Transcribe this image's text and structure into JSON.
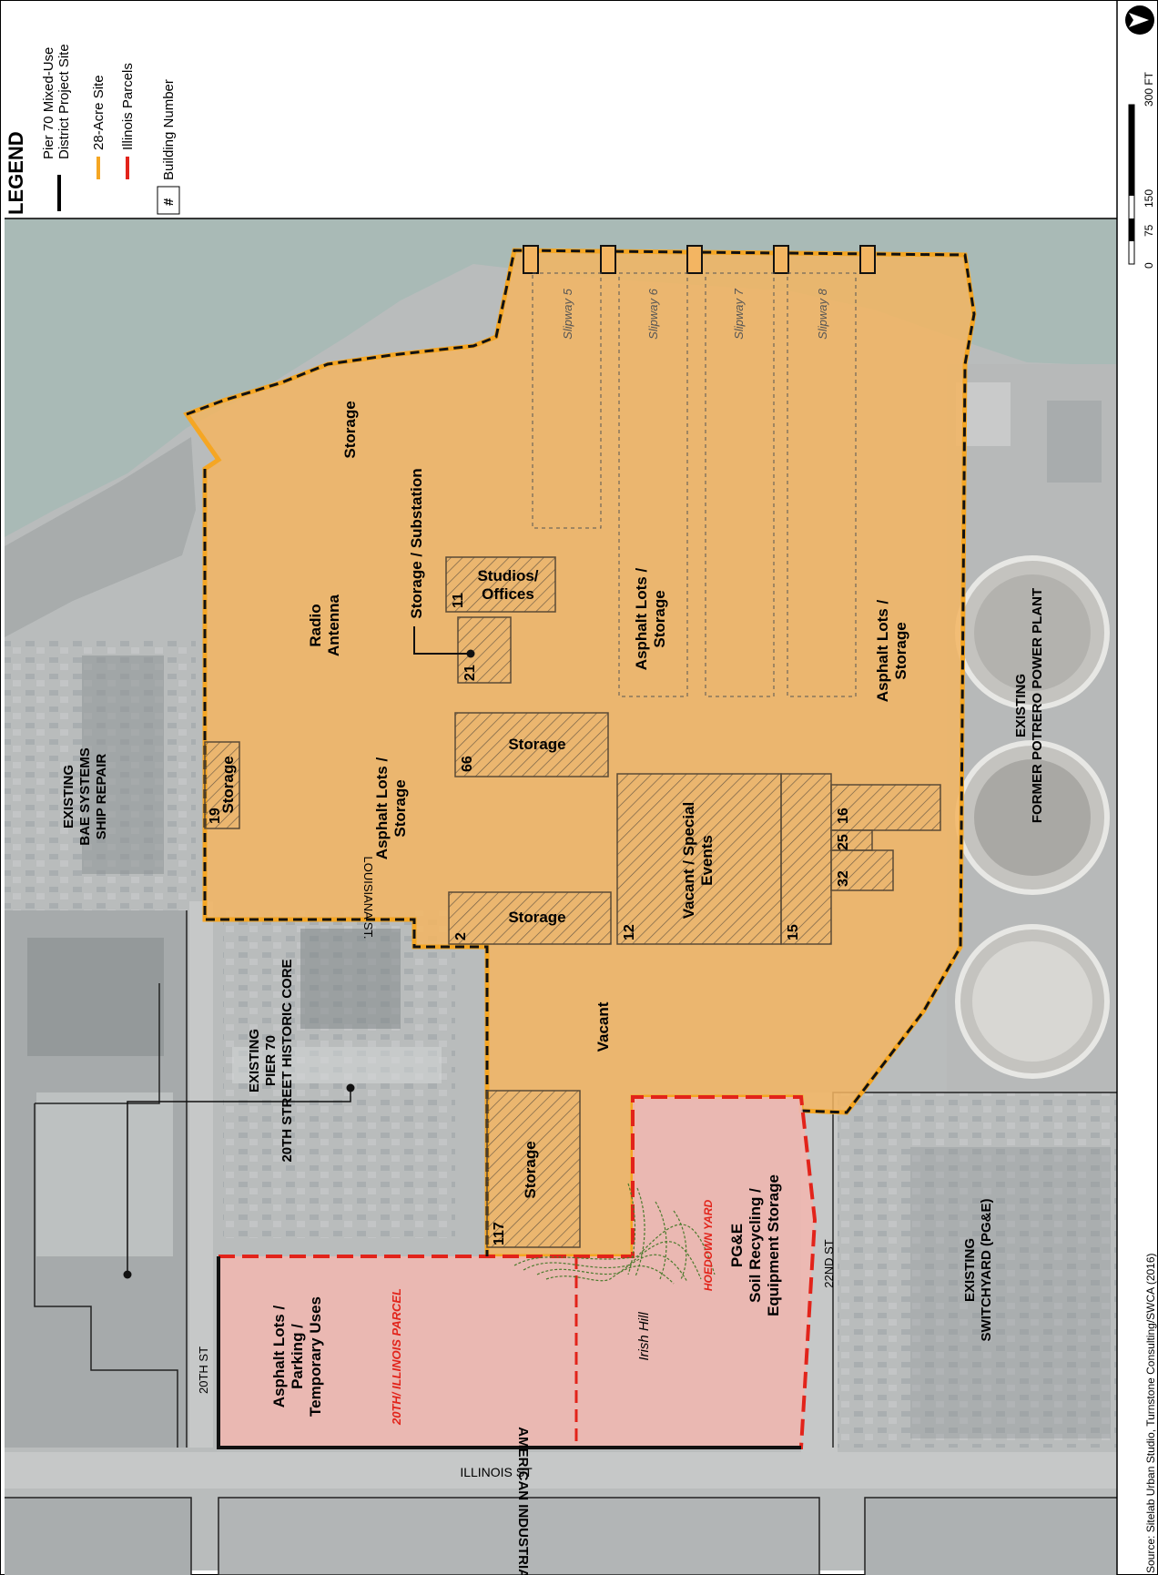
{
  "legend": {
    "title": "LEGEND",
    "items": [
      {
        "line1": "Pier 70 Mixed-Use",
        "line2": "District Project Site"
      },
      {
        "line1": "28-Acre Site"
      },
      {
        "line1": "Illinois Parcels"
      },
      {
        "line1": "Building Number"
      }
    ],
    "building_symbol": "#",
    "colors": {
      "project": "#000000",
      "site28": "#f5a623",
      "illinois": "#e2231a"
    }
  },
  "scale": {
    "ticks": [
      "0",
      "75",
      "150",
      "300 FT"
    ]
  },
  "north_arrow": "north-arrow-icon",
  "source": "Source: Sitelab Urban Studio, Turnstone Consulting/SWCA (2016)",
  "streets": {
    "louisiana": "LOUISIANA ST.",
    "twentieth": "20TH ST",
    "twentysecond": "22ND ST",
    "illinois": "ILLINOIS ST"
  },
  "context": {
    "bae": [
      "EXISTING",
      "BAE SYSTEMS",
      "SHIP REPAIR"
    ],
    "historic": [
      "EXISTING",
      "PIER 70",
      "20TH STREET HISTORIC CORE"
    ],
    "power": [
      "EXISTING",
      "FORMER POTRERO POWER PLANT"
    ],
    "switchyard": [
      "EXISTING",
      "SWITCHYARD (PG&E)"
    ],
    "american": "AMERICAN INDUSTRIAL CENTER"
  },
  "slipways": [
    "Slipway 5",
    "Slipway 6",
    "Slipway 7",
    "Slipway 8"
  ],
  "uses": {
    "storage_n": "Storage",
    "substation": "Storage / Substation",
    "radio": [
      "Radio",
      "Antenna"
    ],
    "studios": [
      "Studios/",
      "Offices"
    ],
    "asphalt_mid": [
      "Asphalt Lots /",
      "Storage"
    ],
    "asphalt_east": [
      "Asphalt Lots /",
      "Storage"
    ],
    "asphalt_west": [
      "Asphalt Lots /",
      "Storage"
    ],
    "storage_66": "Storage",
    "storage_19": "Storage",
    "storage_2": "Storage",
    "vacant_special": [
      "Vacant / Special",
      "Events"
    ],
    "vacant": "Vacant",
    "storage_117": "Storage"
  },
  "buildings": {
    "b11": "11",
    "b21": "21",
    "b66": "66",
    "b19": "19",
    "b2": "2",
    "b12": "12",
    "b15": "15",
    "b16": "16",
    "b25": "25",
    "b32": "32",
    "b117": "117"
  },
  "illinois": {
    "parcel_label": "20TH/ ILLINOIS PARCEL",
    "parcel_uses": [
      "Asphalt Lots /",
      "Parking /",
      "Temporary Uses"
    ],
    "hoedown": "HOEDOWN YARD",
    "pge": [
      "PG&E",
      "Soil Recycling /",
      "Equipment Storage"
    ],
    "irish_hill": "Irish Hill"
  }
}
